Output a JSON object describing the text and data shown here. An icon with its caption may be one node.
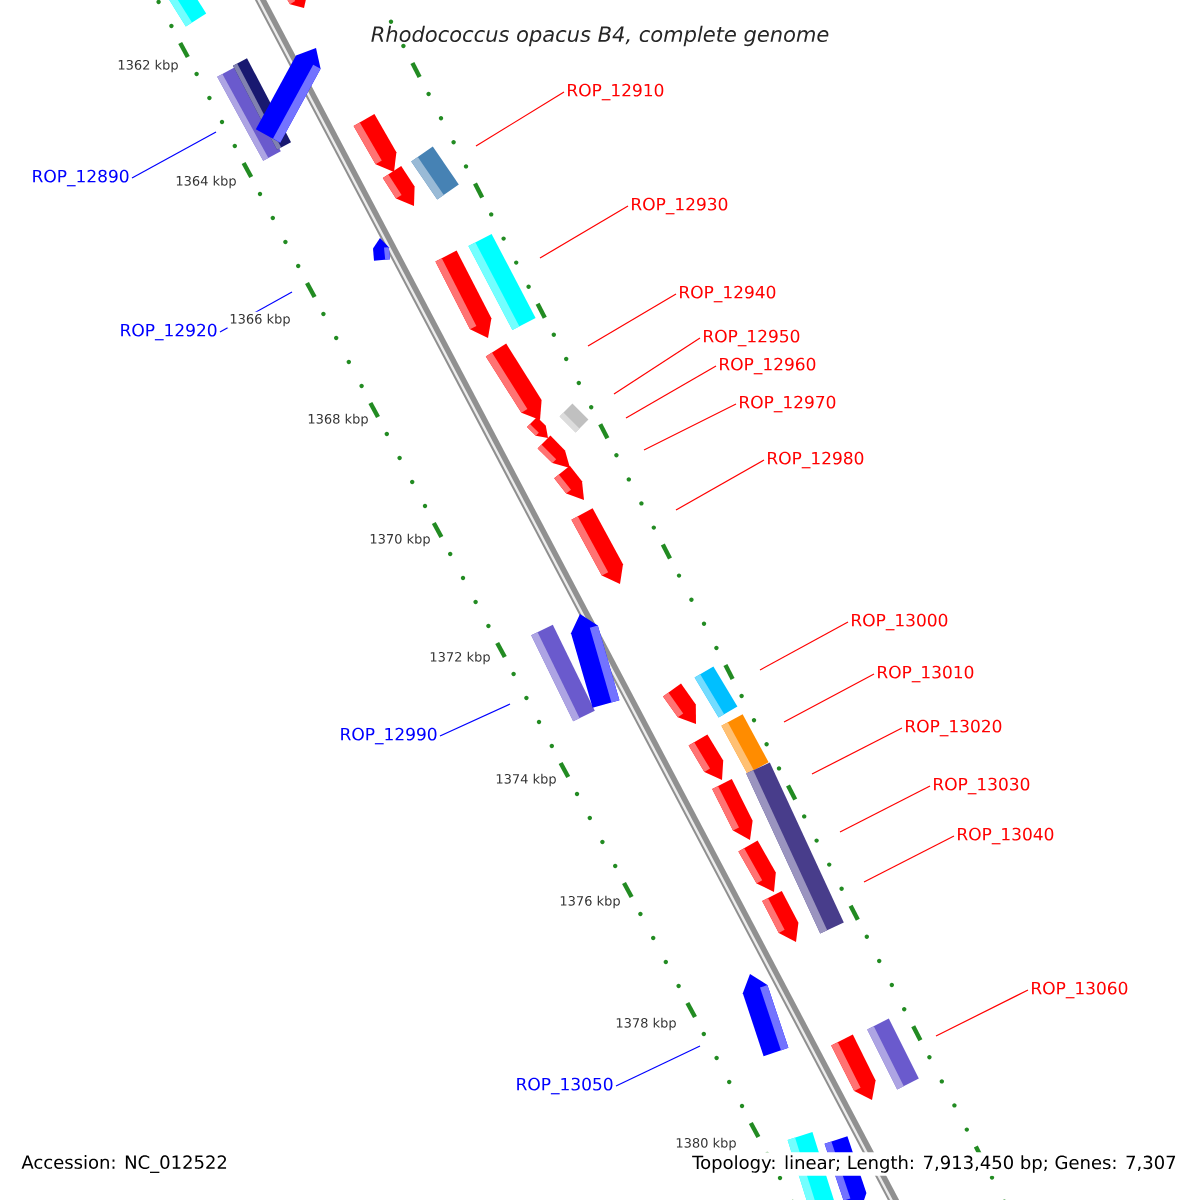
{
  "diagram": {
    "title": "Rhodococcus opacus B4, complete genome",
    "nodes": [
      {
        "text": [
          "ROP_12910"
        ]
      },
      {
        "text": [
          "ROP_12890"
        ]
      },
      {
        "text": [
          "ROP_12930"
        ]
      },
      {
        "text": [
          "ROP_12940"
        ]
      },
      {
        "text": [
          "ROP_12920"
        ]
      },
      {
        "text": [
          "ROP_12950"
        ]
      },
      {
        "text": [
          "ROP_12960"
        ]
      },
      {
        "text": [
          "ROP_12970"
        ]
      },
      {
        "text": [
          "ROP_12980"
        ]
      },
      {
        "text": [
          "ROP_13000"
        ]
      },
      {
        "text": [
          "ROP_13010"
        ]
      },
      {
        "text": [
          "ROP_13020"
        ]
      },
      {
        "text": [
          "ROP_12990"
        ]
      },
      {
        "text": [
          "ROP_13030"
        ]
      },
      {
        "text": [
          "ROP_13040"
        ]
      },
      {
        "text": [
          "ROP_13060"
        ]
      },
      {
        "text": [
          "ROP_13050"
        ]
      }
    ],
    "edges": [
      {
        "from": 0,
        "to": null,
        "arrow": "none"
      },
      {
        "from": 1,
        "to": null,
        "arrow": "none",
        "color": "#0000ff"
      },
      {
        "from": 2,
        "to": null,
        "arrow": "none"
      },
      {
        "from": 3,
        "to": null,
        "arrow": "none"
      },
      {
        "from": 4,
        "to": null,
        "arrow": "none",
        "color": "#0000ff"
      },
      {
        "from": 5,
        "to": null,
        "arrow": "none"
      },
      {
        "from": 6,
        "to": null,
        "arrow": "none"
      },
      {
        "from": 7,
        "to": null,
        "arrow": "none"
      },
      {
        "from": 8,
        "to": null,
        "arrow": "none"
      },
      {
        "from": 9,
        "to": null,
        "arrow": "none"
      },
      {
        "from": 10,
        "to": null,
        "arrow": "none"
      },
      {
        "from": 11,
        "to": null,
        "arrow": "none"
      },
      {
        "from": 12,
        "to": null,
        "arrow": "none",
        "color": "#0000ff"
      },
      {
        "from": 13,
        "to": null,
        "arrow": "none"
      },
      {
        "from": 14,
        "to": null,
        "arrow": "none"
      },
      {
        "from": 15,
        "to": null,
        "arrow": "none"
      },
      {
        "from": 16,
        "to": null,
        "arrow": "none",
        "color": "#0000ff"
      }
    ],
    "labels": [
      "1362 kbp",
      "1364 kbp",
      "1366 kbp",
      "1368 kbp",
      "1370 kbp",
      "1372 kbp",
      "1374 kbp",
      "1376 kbp",
      "1378 kbp",
      "1380 kbp",
      "Accession: NC_012522",
      "Topology: linear; Length: 7,913,450 bp; Genes: 7,307"
    ]
  }
}
